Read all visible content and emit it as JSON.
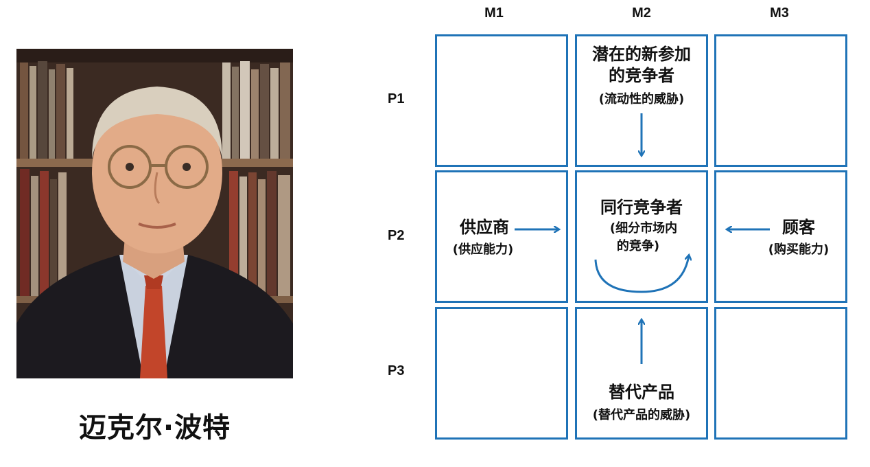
{
  "person": {
    "name": "迈克尔·波特"
  },
  "grid": {
    "columns": [
      "M1",
      "M2",
      "M3"
    ],
    "rows": [
      "P1",
      "P2",
      "P3"
    ]
  },
  "forces": {
    "new_entrants": {
      "title_line1": "潜在的新参加",
      "title_line2": "的竞争者",
      "subtitle": "(流动性的威胁)"
    },
    "rivalry": {
      "title": "同行竞争者",
      "subtitle_line1": "(细分市场内",
      "subtitle_line2": "的竞争)"
    },
    "suppliers": {
      "title": "供应商",
      "subtitle": "(供应能力)"
    },
    "buyers": {
      "title": "顾客",
      "subtitle": "(购买能力)"
    },
    "substitutes": {
      "title": "替代产品",
      "subtitle": "(替代产品的威胁)"
    }
  },
  "colors": {
    "grid_border": "#1f73b7",
    "arrow": "#1f73b7",
    "text": "#111111"
  }
}
